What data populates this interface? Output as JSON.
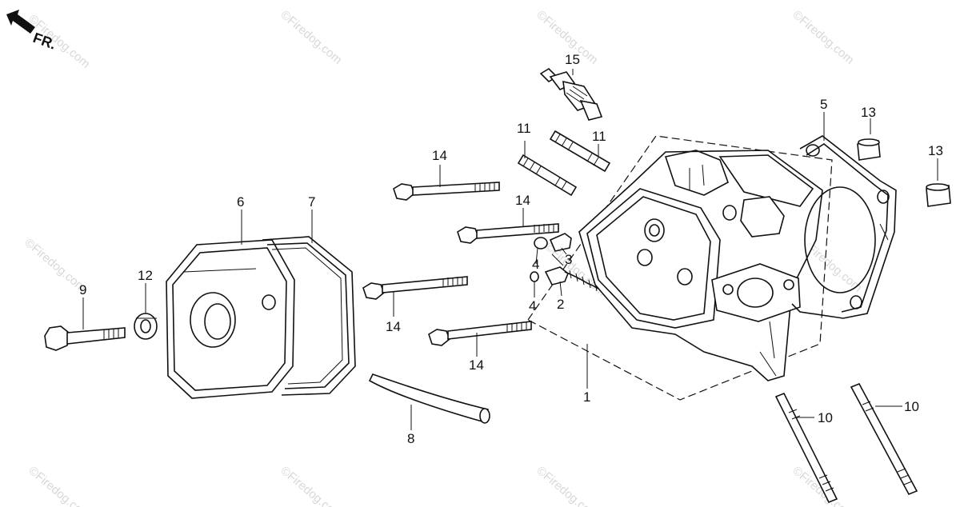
{
  "direction_label": "FR.",
  "watermark": "©Firedog.com",
  "callouts": {
    "c1": "1",
    "c2": "2",
    "c3": "3",
    "c4a": "4",
    "c4b": "4",
    "c5": "5",
    "c6": "6",
    "c7": "7",
    "c8": "8",
    "c9": "9",
    "c10a": "10",
    "c10b": "10",
    "c11a": "11",
    "c11b": "11",
    "c12": "12",
    "c13a": "13",
    "c13b": "13",
    "c14a": "14",
    "c14b": "14",
    "c14c": "14",
    "c14d": "14",
    "c15": "15"
  },
  "colors": {
    "ink": "#111111",
    "watermark": "#d8d8d8",
    "background": "#ffffff"
  }
}
